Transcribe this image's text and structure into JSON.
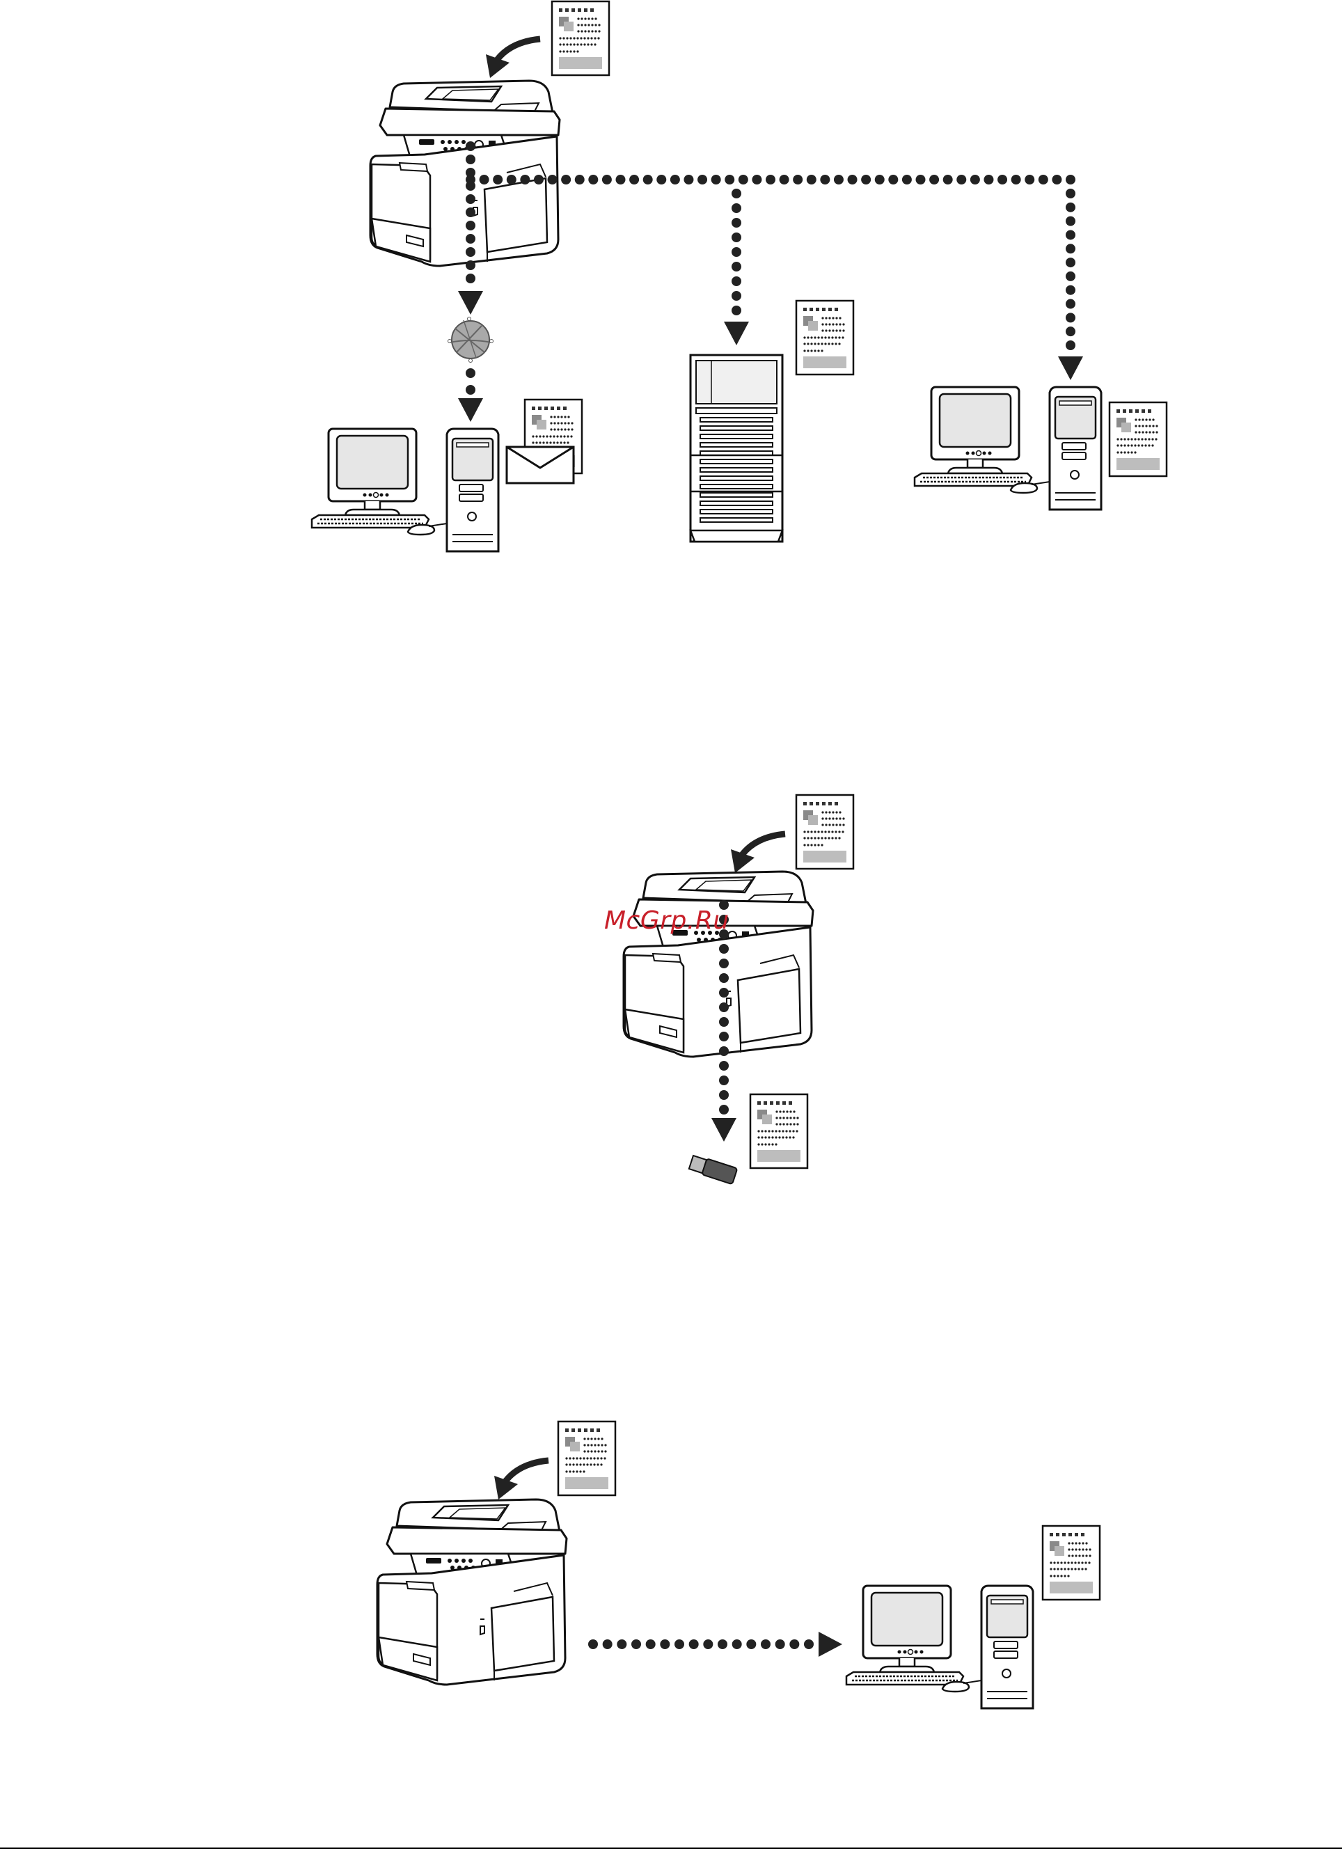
{
  "watermark": {
    "text": "McGrp.Ru",
    "color": "#c8202a"
  },
  "colors": {
    "ink": "#222222",
    "line": "#111111",
    "screen": "#e6e6e6",
    "gray_block": "#bdbdbd",
    "globe": "#a9a9a9"
  },
  "scenes": [
    {
      "name": "scan-to-network",
      "icons": [
        "mfp-printer-icon",
        "internet-globe-icon",
        "email-envelope-icon",
        "pc-icon",
        "file-server-icon",
        "pc-icon"
      ]
    },
    {
      "name": "scan-to-usb",
      "icons": [
        "mfp-printer-icon",
        "usb-memory-icon"
      ]
    },
    {
      "name": "scan-to-pc",
      "icons": [
        "mfp-printer-icon",
        "pc-icon"
      ]
    }
  ]
}
